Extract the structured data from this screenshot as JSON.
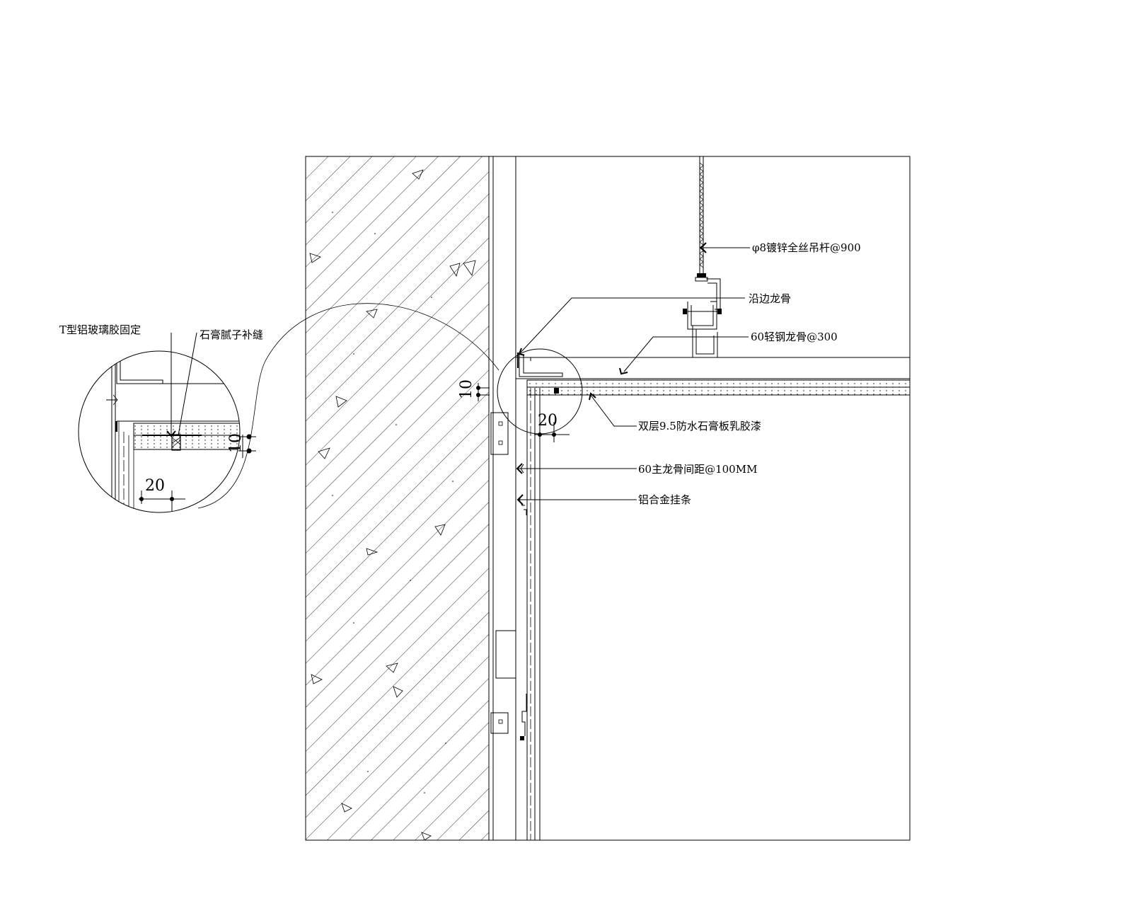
{
  "labels": {
    "hanger_rod": "φ8镀锌全丝吊杆@900",
    "edge_keel": "沿边龙骨",
    "light_steel_keel": "60轻钢龙骨@300",
    "gypsum_board": "双层9.5防水石膏板乳胶漆",
    "main_keel": "60主龙骨间距@100MM",
    "aluminum_hanger": "铝合金挂条",
    "t_aluminum": "T型铝玻璃胶固定",
    "putty": "石膏腻子补缝"
  },
  "dimensions": {
    "gap_10": "10",
    "gap_20_main": "20",
    "gap_10_detail": "10",
    "gap_20_detail": "20"
  },
  "colors": {
    "line": "#000000",
    "background": "#ffffff"
  }
}
